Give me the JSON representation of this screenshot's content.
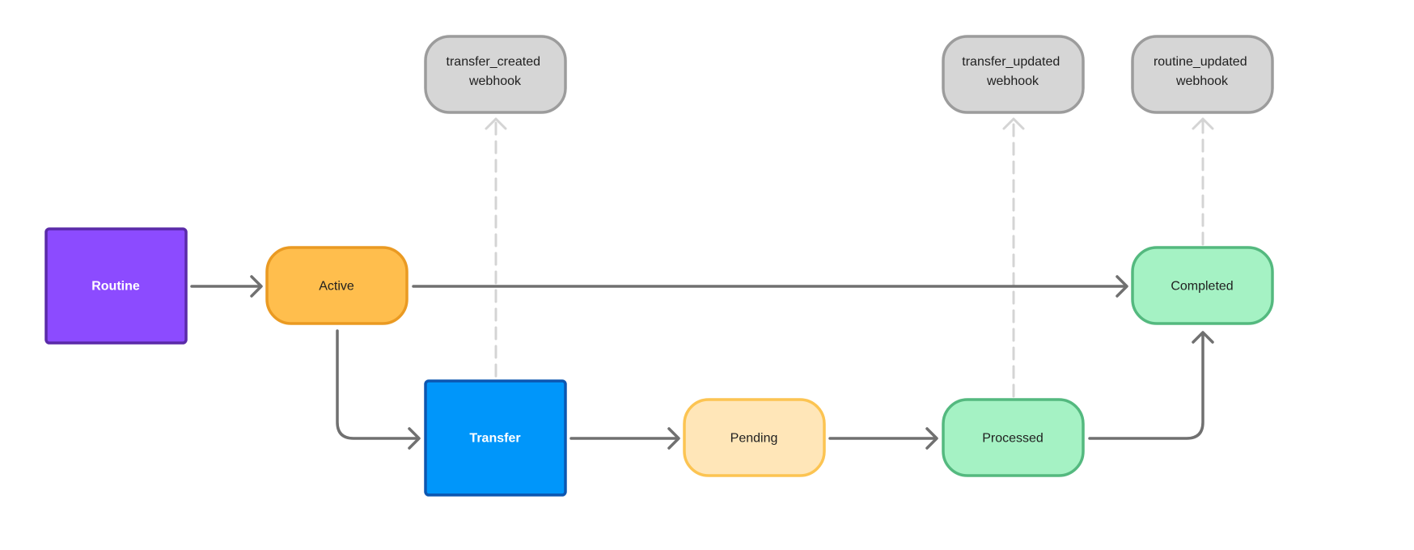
{
  "nodes": {
    "routine": {
      "label": "Routine",
      "shape": "square",
      "fill": "#8c4bff",
      "stroke": "#5a2aa8"
    },
    "active": {
      "label": "Active",
      "shape": "rounded",
      "fill": "#ffbe4d",
      "stroke": "#ea9a22"
    },
    "transfer": {
      "label": "Transfer",
      "shape": "square",
      "fill": "#0096fa",
      "stroke": "#0c56b0"
    },
    "pending": {
      "label": "Pending",
      "shape": "rounded",
      "fill": "#ffe6b8",
      "stroke": "#fcc452"
    },
    "processed": {
      "label": "Processed",
      "shape": "rounded",
      "fill": "#a5f2c4",
      "stroke": "#54b97f"
    },
    "completed": {
      "label": "Completed",
      "shape": "rounded",
      "fill": "#a5f2c4",
      "stroke": "#54b97f"
    }
  },
  "webhooks": {
    "transfer_created": {
      "line1": "transfer_created",
      "line2": "webhook",
      "fill": "#d6d6d6",
      "stroke": "#9c9c9c"
    },
    "transfer_updated": {
      "line1": "transfer_updated",
      "line2": "webhook",
      "fill": "#d6d6d6",
      "stroke": "#9c9c9c"
    },
    "routine_updated": {
      "line1": "routine_updated",
      "line2": "webhook",
      "fill": "#d6d6d6",
      "stroke": "#9c9c9c"
    }
  },
  "edges": [
    {
      "from": "routine",
      "to": "active"
    },
    {
      "from": "active",
      "to": "completed"
    },
    {
      "from": "active",
      "to": "transfer"
    },
    {
      "from": "transfer",
      "to": "pending"
    },
    {
      "from": "pending",
      "to": "processed"
    },
    {
      "from": "processed",
      "to": "completed"
    }
  ],
  "webhook_edges": [
    {
      "from": "transfer",
      "to": "transfer_created"
    },
    {
      "from": "processed",
      "to": "transfer_updated"
    },
    {
      "from": "completed",
      "to": "routine_updated"
    }
  ],
  "colors": {
    "flow_arrow": "#707070",
    "webhook_arrow": "#d4d4d4",
    "background": "#ffffff"
  }
}
